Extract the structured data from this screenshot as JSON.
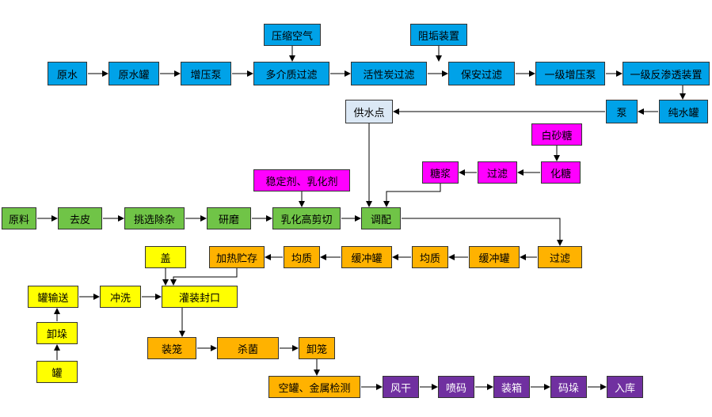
{
  "colors": {
    "blue": "#00a2e8",
    "magenta": "#ff00ff",
    "green": "#70c447",
    "orange": "#ffb200",
    "yellow": "#ffff00",
    "purple": "#7030a0",
    "light": "#dbe8f5",
    "line": "#000000"
  },
  "nodes": {
    "yasuo_kongqi": {
      "label": "压缩空气",
      "color": "blue"
    },
    "zugou_zhuangzhi": {
      "label": "阻垢装置",
      "color": "blue"
    },
    "yuanshui": {
      "label": "原水",
      "color": "blue"
    },
    "yuanshui_guan": {
      "label": "原水罐",
      "color": "blue"
    },
    "zengya_beng": {
      "label": "增压泵",
      "color": "blue"
    },
    "duojiezhi": {
      "label": "多介质过滤",
      "color": "blue"
    },
    "huoxingtan": {
      "label": "活性炭过滤",
      "color": "blue"
    },
    "baoan": {
      "label": "保安过滤",
      "color": "blue"
    },
    "yiji_zengya": {
      "label": "一级增压泵",
      "color": "blue"
    },
    "yiji_fanshentou": {
      "label": "一级反渗透装置",
      "color": "blue"
    },
    "gongshuidian": {
      "label": "供水点",
      "color": "light"
    },
    "beng": {
      "label": "泵",
      "color": "blue"
    },
    "chunshui_guan": {
      "label": "纯水罐",
      "color": "blue"
    },
    "baishatang": {
      "label": "白砂糖",
      "color": "magenta"
    },
    "tangjiang": {
      "label": "糖浆",
      "color": "magenta"
    },
    "guolv_m": {
      "label": "过滤",
      "color": "magenta"
    },
    "huatang": {
      "label": "化糖",
      "color": "magenta"
    },
    "wendingji": {
      "label": "稳定剂、乳化剂",
      "color": "magenta"
    },
    "yuanliao": {
      "label": "原料",
      "color": "green"
    },
    "qupi": {
      "label": "去皮",
      "color": "green"
    },
    "tiaoxuan": {
      "label": "挑选除杂",
      "color": "green"
    },
    "yanmo": {
      "label": "研磨",
      "color": "green"
    },
    "ruhua": {
      "label": "乳化高剪切",
      "color": "green"
    },
    "tiaopei": {
      "label": "调配",
      "color": "green"
    },
    "gai": {
      "label": "盖",
      "color": "yellow"
    },
    "jiare": {
      "label": "加热贮存",
      "color": "orange"
    },
    "junzhi1": {
      "label": "均质",
      "color": "orange"
    },
    "huanchong1": {
      "label": "缓冲罐",
      "color": "orange"
    },
    "junzhi2": {
      "label": "均质",
      "color": "orange"
    },
    "huanchong2": {
      "label": "缓冲罐",
      "color": "orange"
    },
    "guolv_o": {
      "label": "过滤",
      "color": "orange"
    },
    "guan_shusong": {
      "label": "罐输送",
      "color": "yellow"
    },
    "chongxi": {
      "label": "冲洗",
      "color": "yellow"
    },
    "guanzhuang": {
      "label": "灌装封口",
      "color": "yellow"
    },
    "xieduo": {
      "label": "卸垛",
      "color": "yellow"
    },
    "guan": {
      "label": "罐",
      "color": "yellow"
    },
    "zhuanglong": {
      "label": "装笼",
      "color": "orange"
    },
    "shajun": {
      "label": "杀菌",
      "color": "orange"
    },
    "xielong": {
      "label": "卸笼",
      "color": "orange"
    },
    "kongguan": {
      "label": "空罐、金属检测",
      "color": "orange"
    },
    "fenggan": {
      "label": "风干",
      "color": "purple"
    },
    "penma": {
      "label": "喷码",
      "color": "purple"
    },
    "zhuangxiang": {
      "label": "装箱",
      "color": "purple"
    },
    "maduo": {
      "label": "码垛",
      "color": "purple"
    },
    "ruku": {
      "label": "入库",
      "color": "purple"
    }
  }
}
